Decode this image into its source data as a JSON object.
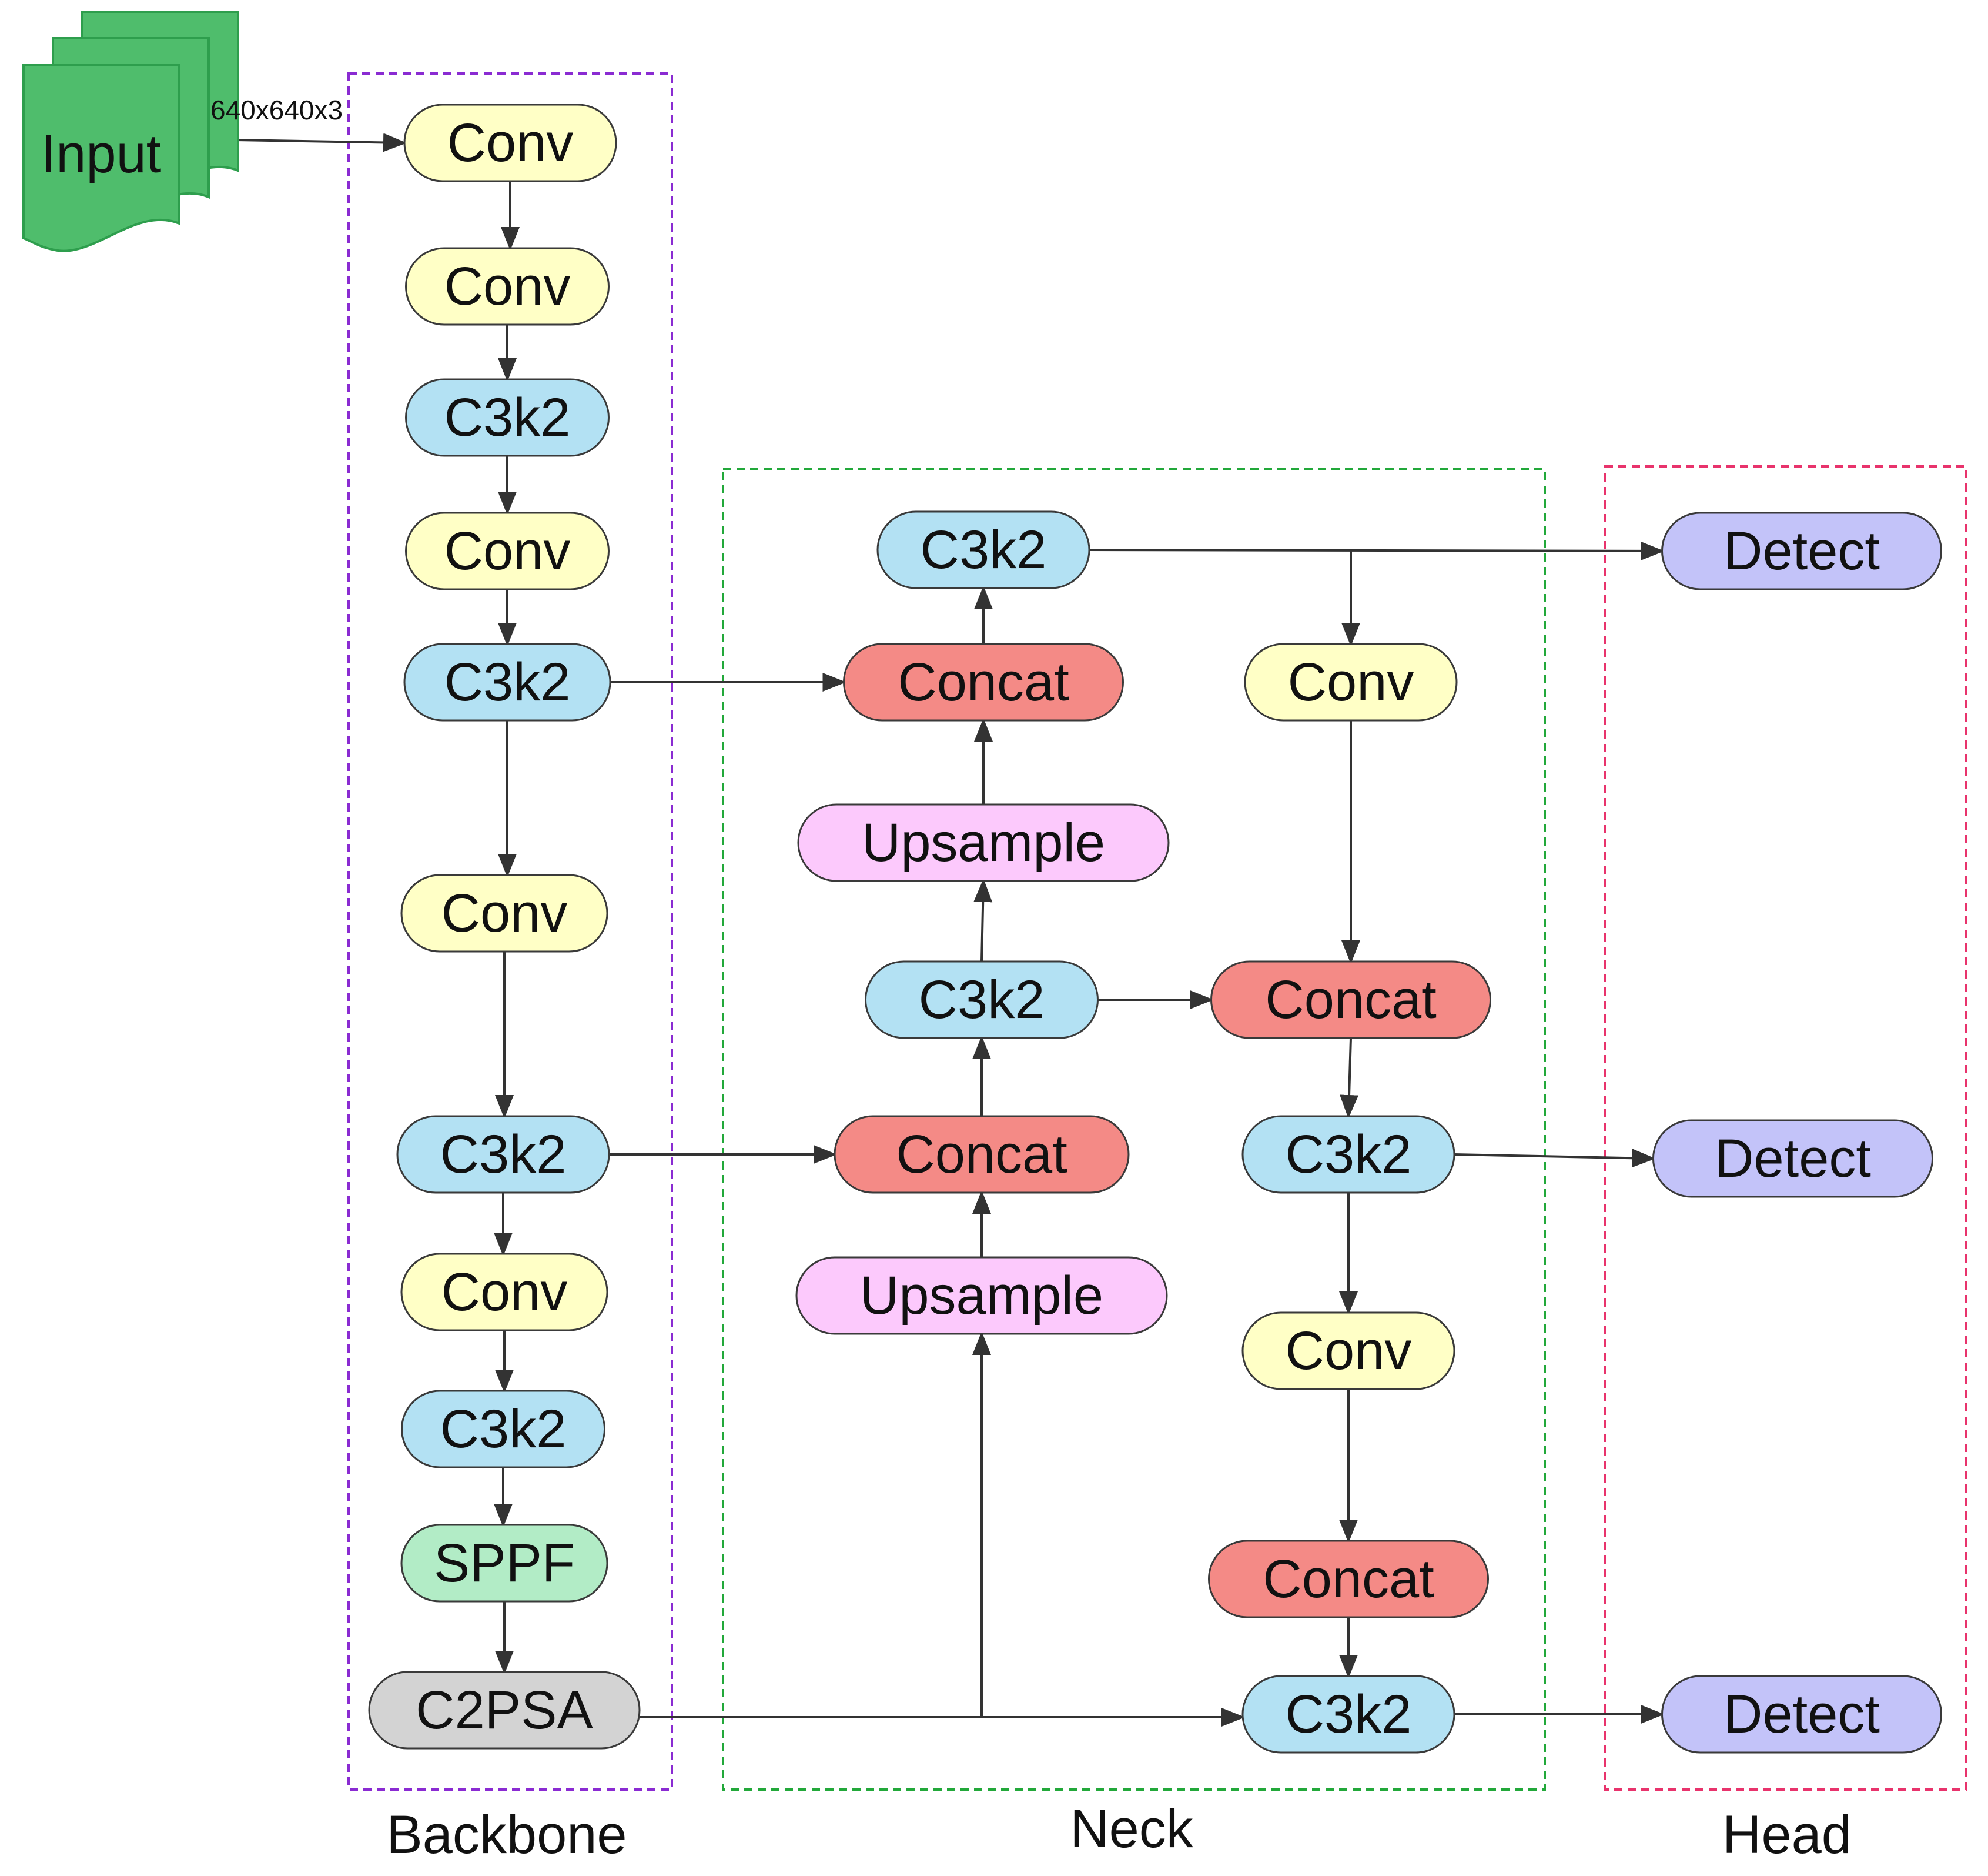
{
  "colors": {
    "conv": "#ffffc6",
    "c3k2": "#b3e1f3",
    "concat": "#f48a86",
    "upsample": "#fcc9fc",
    "detect": "#c3c3f9",
    "sppf": "#b2ecc6",
    "c2psa": "#d3d3d3",
    "input": "#4fbd6c",
    "backbone_border": "#8a2bd2",
    "neck_border": "#22a83a",
    "head_border": "#e8336c"
  },
  "input": {
    "label": "Input"
  },
  "input_edge_label": "640x640x3",
  "groups": [
    {
      "id": "backbone",
      "label": "Backbone"
    },
    {
      "id": "neck",
      "label": "Neck"
    },
    {
      "id": "head",
      "label": "Head"
    }
  ],
  "nodes": [
    {
      "id": "b1",
      "label": "Conv",
      "kind": "conv"
    },
    {
      "id": "b2",
      "label": "Conv",
      "kind": "conv"
    },
    {
      "id": "b3",
      "label": "C3k2",
      "kind": "c3k2"
    },
    {
      "id": "b4",
      "label": "Conv",
      "kind": "conv"
    },
    {
      "id": "b5",
      "label": "C3k2",
      "kind": "c3k2"
    },
    {
      "id": "b6",
      "label": "Conv",
      "kind": "conv"
    },
    {
      "id": "b7",
      "label": "C3k2",
      "kind": "c3k2"
    },
    {
      "id": "b8",
      "label": "Conv",
      "kind": "conv"
    },
    {
      "id": "b9",
      "label": "C3k2",
      "kind": "c3k2"
    },
    {
      "id": "b10",
      "label": "SPPF",
      "kind": "sppf"
    },
    {
      "id": "b11",
      "label": "C2PSA",
      "kind": "c2psa"
    },
    {
      "id": "n1",
      "label": "C3k2",
      "kind": "c3k2"
    },
    {
      "id": "n2",
      "label": "Concat",
      "kind": "concat"
    },
    {
      "id": "n3",
      "label": "Upsample",
      "kind": "upsample"
    },
    {
      "id": "n4",
      "label": "C3k2",
      "kind": "c3k2"
    },
    {
      "id": "n5",
      "label": "Concat",
      "kind": "concat"
    },
    {
      "id": "n6",
      "label": "Upsample",
      "kind": "upsample"
    },
    {
      "id": "n7",
      "label": "Conv",
      "kind": "conv"
    },
    {
      "id": "n8",
      "label": "Concat",
      "kind": "concat"
    },
    {
      "id": "n9",
      "label": "C3k2",
      "kind": "c3k2"
    },
    {
      "id": "n10",
      "label": "Conv",
      "kind": "conv"
    },
    {
      "id": "n11",
      "label": "Concat",
      "kind": "concat"
    },
    {
      "id": "n12",
      "label": "C3k2",
      "kind": "c3k2"
    },
    {
      "id": "h1",
      "label": "Detect",
      "kind": "detect"
    },
    {
      "id": "h2",
      "label": "Detect",
      "kind": "detect"
    },
    {
      "id": "h3",
      "label": "Detect",
      "kind": "detect"
    }
  ]
}
